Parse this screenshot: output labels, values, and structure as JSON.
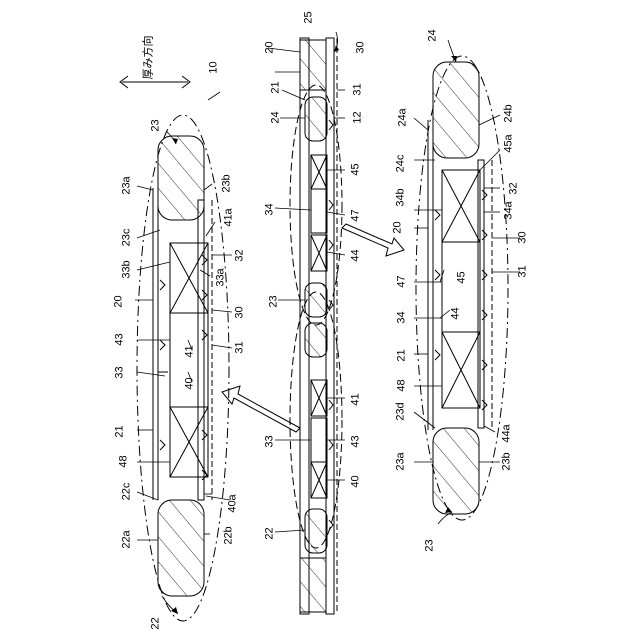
{
  "direction_label": "厚み方向",
  "labels": {
    "n10": "10",
    "n12": "12",
    "n20": "20",
    "n21": "21",
    "n22": "22",
    "n22a": "22a",
    "n22b": "22b",
    "n22c": "22c",
    "n23": "23",
    "n23a": "23a",
    "n23b": "23b",
    "n23c": "23c",
    "n23d": "23d",
    "n24": "24",
    "n24a": "24a",
    "n24b": "24b",
    "n24c": "24c",
    "n25": "25",
    "n30": "30",
    "n31": "31",
    "n32": "32",
    "n33": "33",
    "n33a": "33a",
    "n33b": "33b",
    "n34": "34",
    "n34a": "34a",
    "n34b": "34b",
    "n40": "40",
    "n40a": "40a",
    "n41": "41",
    "n41a": "41a",
    "n43": "43",
    "n44": "44",
    "n44a": "44a",
    "n45": "45",
    "n45a": "45a",
    "n47": "47",
    "n48": "48"
  }
}
